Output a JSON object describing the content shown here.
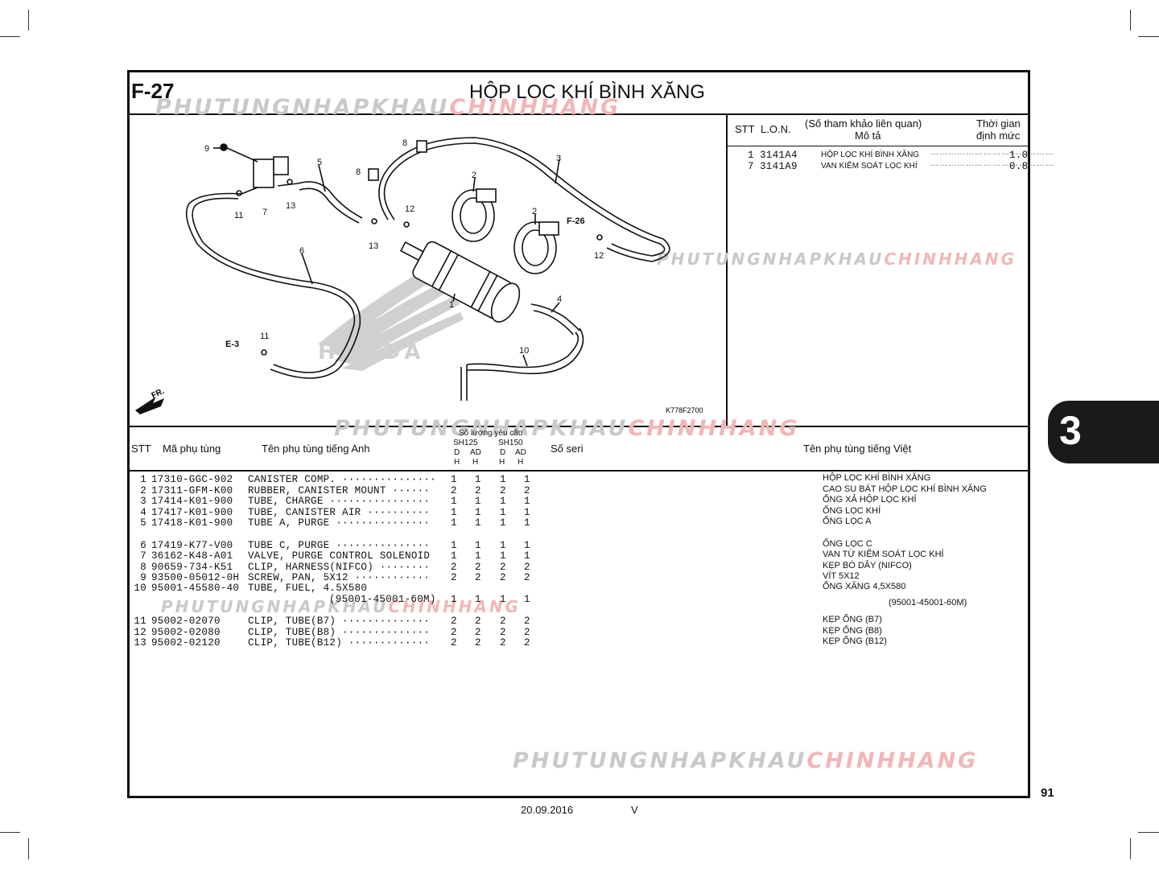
{
  "page": {
    "code": "F-27",
    "title": "HỘP LỌC KHÍ BÌNH XĂNG",
    "page_number": "91",
    "date": "20.09.2016",
    "version": "V",
    "section_tab": "3",
    "watermark_gray": "PHUTUNGNHAPKHAU",
    "watermark_red": "CHINHHANG"
  },
  "diagram": {
    "drawing_code": "K778F2700",
    "ref_e3": "E-3",
    "ref_f26": "F-26",
    "fr_label": "FR.",
    "brand": "HONDA",
    "callouts": [
      "9",
      "8",
      "5",
      "8",
      "3",
      "2",
      "12",
      "2",
      "F-26",
      "12",
      "11",
      "7",
      "13",
      "13",
      "6",
      "1",
      "4",
      "11",
      "E-3",
      "10"
    ]
  },
  "labor": {
    "header_stt": "STT",
    "header_lon": "L.O.N.",
    "header_ref": "(Số tham khảo liên quan)",
    "header_desc": "Mô tả",
    "header_time_1": "Thời gian",
    "header_time_2": "định mức",
    "rows": [
      {
        "stt": "1",
        "lon": "3141A4",
        "desc": "HỘP LỌC KHÍ BÌNH XĂNG",
        "time": "1.0"
      },
      {
        "stt": "7",
        "lon": "3141A9",
        "desc": "VAN KIỂM SOÁT LỌC KHÍ",
        "time": "0.8"
      }
    ]
  },
  "parts_header": {
    "stt": "STT",
    "part_no": "Mã phụ tùng",
    "name_en": "Tên phụ tùng tiếng Anh",
    "qty": "Số lượng yêu cầu",
    "model_1": "SH125",
    "model_2": "SH150",
    "col_d": "D",
    "col_ad": "AD",
    "col_h": "H",
    "serial": "Số seri",
    "name_vi": "Tên phụ tùng tiếng Việt"
  },
  "parts": [
    {
      "stt": "1",
      "part_no": "17310-GGC-902",
      "name_en": "CANISTER COMP. ···············",
      "q1": "1",
      "q2": "1",
      "q3": "1",
      "q4": "1",
      "name_vi": "HỘP LỌC KHÍ BÌNH XĂNG"
    },
    {
      "stt": "2",
      "part_no": "17311-GFM-K00",
      "name_en": "RUBBER, CANISTER MOUNT ······",
      "q1": "2",
      "q2": "2",
      "q3": "2",
      "q4": "2",
      "name_vi": "CAO SU BÁT HỘP LỌC KHÍ BÌNH XĂNG"
    },
    {
      "stt": "3",
      "part_no": "17414-K01-900",
      "name_en": "TUBE, CHARGE ················",
      "q1": "1",
      "q2": "1",
      "q3": "1",
      "q4": "1",
      "name_vi": "ỐNG XẢ HỘP LỌC KHÍ"
    },
    {
      "stt": "4",
      "part_no": "17417-K01-900",
      "name_en": "TUBE, CANISTER AIR ··········",
      "q1": "1",
      "q2": "1",
      "q3": "1",
      "q4": "1",
      "name_vi": "ỐNG LỌC KHÍ"
    },
    {
      "stt": "5",
      "part_no": "17418-K01-900",
      "name_en": "TUBE A, PURGE ···············",
      "q1": "1",
      "q2": "1",
      "q3": "1",
      "q4": "1",
      "name_vi": "ỐNG LỌC A"
    },
    {
      "stt": "6",
      "part_no": "17419-K77-V00",
      "name_en": "TUBE C, PURGE ···············",
      "q1": "1",
      "q2": "1",
      "q3": "1",
      "q4": "1",
      "name_vi": "ỐNG LỌC C"
    },
    {
      "stt": "7",
      "part_no": "36162-K48-A01",
      "name_en": "VALVE, PURGE CONTROL SOLENOID",
      "q1": "1",
      "q2": "1",
      "q3": "1",
      "q4": "1",
      "name_vi": "VAN TỪ KIỂM SOÁT LỌC KHÍ"
    },
    {
      "stt": "8",
      "part_no": "90659-734-K51",
      "name_en": "CLIP, HARNESS(NIFCO) ········",
      "q1": "2",
      "q2": "2",
      "q3": "2",
      "q4": "2",
      "name_vi": "KẸP BÓ DÂY (NIFCO)"
    },
    {
      "stt": "9",
      "part_no": "93500-05012-0H",
      "name_en": "SCREW, PAN, 5X12 ············",
      "q1": "2",
      "q2": "2",
      "q3": "2",
      "q4": "2",
      "name_vi": "VÍT 5X12"
    },
    {
      "stt": "10",
      "part_no": "95001-45580-40",
      "name_en": "TUBE, FUEL, 4.5X580",
      "q1": "",
      "q2": "",
      "q3": "",
      "q4": "",
      "name_vi": "ỐNG XĂNG 4,5X580"
    },
    {
      "stt": "",
      "part_no": "",
      "name_en": "(95001-45001-60M)",
      "q1": "1",
      "q2": "1",
      "q3": "1",
      "q4": "1",
      "name_vi": "(95001-45001-60M)"
    },
    {
      "stt": "11",
      "part_no": "95002-02070",
      "name_en": "CLIP, TUBE(B7) ··············",
      "q1": "2",
      "q2": "2",
      "q3": "2",
      "q4": "2",
      "name_vi": "KẸP ỐNG (B7)"
    },
    {
      "stt": "12",
      "part_no": "95002-02080",
      "name_en": "CLIP, TUBE(B8) ··············",
      "q1": "2",
      "q2": "2",
      "q3": "2",
      "q4": "2",
      "name_vi": "KẸP ỐNG (B8)"
    },
    {
      "stt": "13",
      "part_no": "95002-02120",
      "name_en": "CLIP, TUBE(B12) ·············",
      "q1": "2",
      "q2": "2",
      "q3": "2",
      "q4": "2",
      "name_vi": "KẸP ỐNG (B12)"
    }
  ]
}
